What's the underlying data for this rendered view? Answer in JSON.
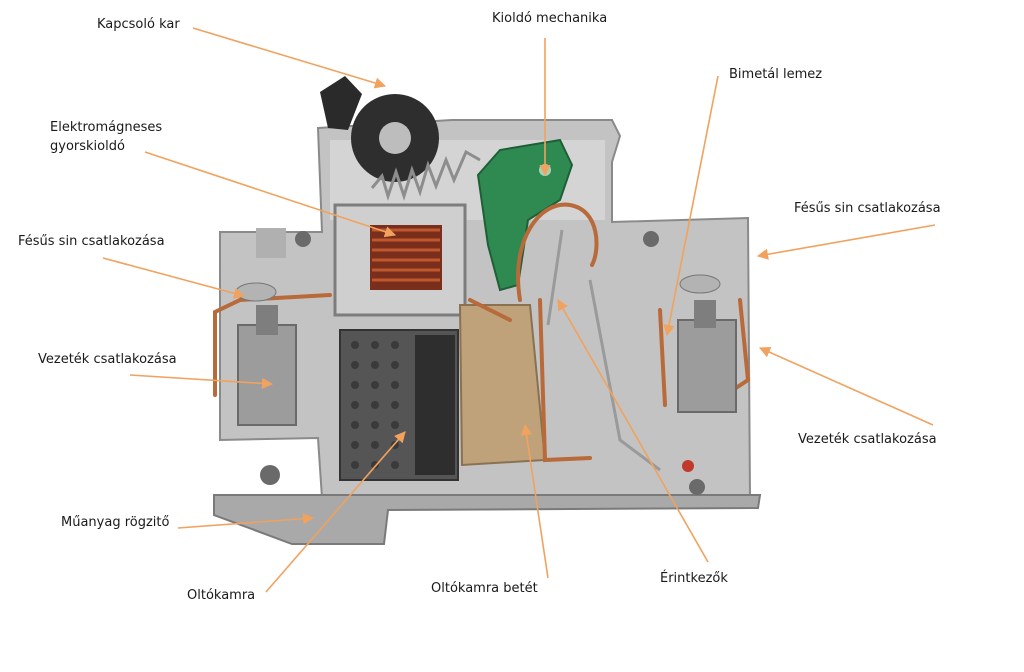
{
  "labels": {
    "kapcsolo_kar": "Kapcsoló kar",
    "kioldo_mechanika": "Kioldó mechanika",
    "bimetal_lemez": "Bimetál lemez",
    "elektromagneses_line1": "Elektromágneses",
    "elektromagneses_line2": "gyorskioldó",
    "fesus_sin_left": "Fésűs sin csatlakozása",
    "fesus_sin_right": "Fésűs sin csatlakozása",
    "vezetek_left": "Vezeték csatlakozása",
    "vezetek_right": "Vezeték csatlakozása",
    "muanyag_rogzito": "Műanyag rögzitő",
    "oltokamra": "Oltókamra",
    "oltokamra_betet": "Oltókamra betét",
    "erintkezok": "Érintkezők"
  },
  "colors": {
    "leader_line": "#f0a25e",
    "housing": "#bcbcbc",
    "copper": "#b86a3a",
    "trip_green": "#2f8a52",
    "chamber": "#555555"
  }
}
